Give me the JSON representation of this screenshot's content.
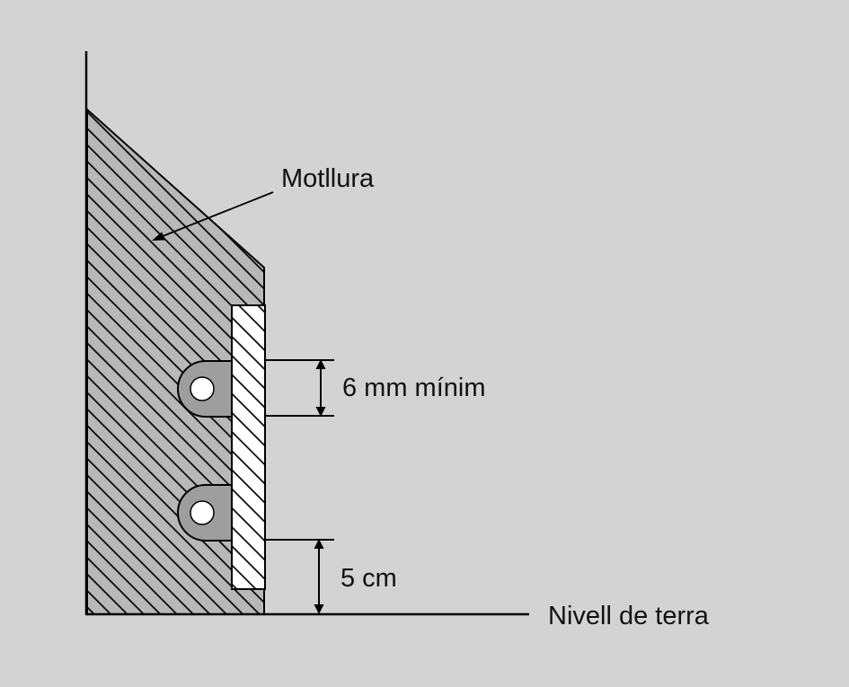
{
  "diagram": {
    "labels": {
      "molding": "Motllura",
      "gap_min": "6 mm mínim",
      "ground_clearance": "5 cm",
      "ground_level": "Nivell de terra"
    },
    "colors": {
      "background": "#d3d3d3",
      "molding_fill": "#b8b8b8",
      "strip_fill": "#ffffff",
      "ring_fill": "#9e9e9e",
      "line": "#000000"
    }
  }
}
